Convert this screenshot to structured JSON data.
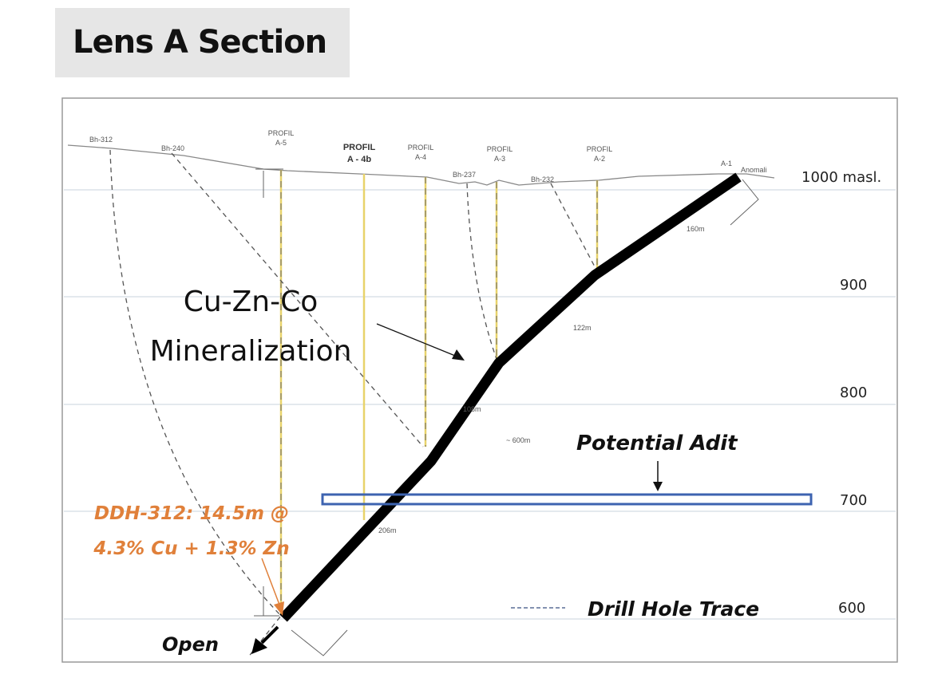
{
  "title": "Lens A Section",
  "elevations": [
    "1000 masl.",
    "900",
    "800",
    "700",
    "600"
  ],
  "profiles": [
    {
      "name": "PROFIL",
      "id": "A-5"
    },
    {
      "name": "PROFIL",
      "id": "A - 4b"
    },
    {
      "name": "PROFIL",
      "id": "A-4"
    },
    {
      "name": "PROFIL",
      "id": "A-3"
    },
    {
      "name": "PROFIL",
      "id": "A-2"
    },
    {
      "name": "",
      "id": "A-1"
    }
  ],
  "boreholes": [
    "Bh-312",
    "Bh-240",
    "Bh-237",
    "Bh-232"
  ],
  "anomaly_label": "Anomali",
  "lengths": [
    "160m",
    "122m",
    "108m",
    "206m",
    "~ 600m"
  ],
  "mineralization": {
    "line1": "Cu-Zn-Co",
    "line2": "Mineralization"
  },
  "adit_label": "Potential Adit",
  "intercept": {
    "line1": "DDH-312: 14.5m @",
    "line2": "4.3% Cu + 1.3% Zn"
  },
  "open_label": "Open",
  "legend": {
    "drill_hole": "Drill Hole Trace"
  },
  "colors": {
    "ore": "#000000",
    "profile": "#e8d36a",
    "adit": "#3d63b0",
    "intercept": "#E0803A",
    "grid": "#c9d3dc"
  }
}
